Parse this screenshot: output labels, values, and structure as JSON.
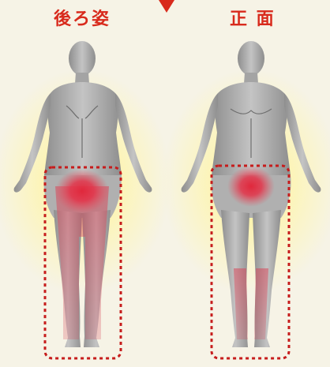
{
  "labels": {
    "back_view": "後ろ姿",
    "front_view": "正 面"
  },
  "icons": {
    "pointer": "down-triangle-icon",
    "pain_spot": "red-radial-glow"
  },
  "colors": {
    "label_red": "#d82a1c",
    "body_gray": "#a9a9a9",
    "highlight_yellow": "#fff28c",
    "pain_red": "#e0283c",
    "dashed_box": "#c61c1c"
  }
}
